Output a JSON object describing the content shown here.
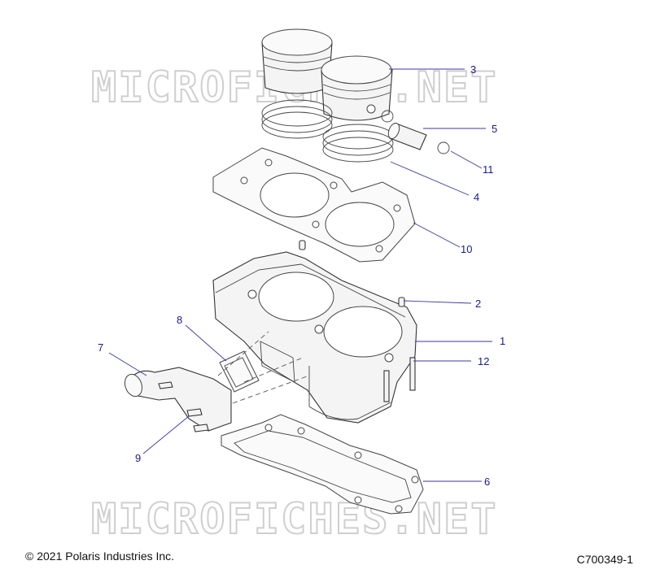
{
  "watermark": "MICROFICHES.NET",
  "callouts": [
    {
      "id": "1",
      "label": "1"
    },
    {
      "id": "2",
      "label": "2"
    },
    {
      "id": "3",
      "label": "3"
    },
    {
      "id": "4",
      "label": "4"
    },
    {
      "id": "5",
      "label": "5"
    },
    {
      "id": "6",
      "label": "6"
    },
    {
      "id": "7",
      "label": "7"
    },
    {
      "id": "8",
      "label": "8"
    },
    {
      "id": "9",
      "label": "9"
    },
    {
      "id": "10",
      "label": "10"
    },
    {
      "id": "11",
      "label": "11"
    },
    {
      "id": "12",
      "label": "12"
    }
  ],
  "footer": {
    "copyright": "© 2021 Polaris Industries Inc.",
    "diagram_code": "C700349-1"
  },
  "colors": {
    "callout_text": "#1a1a8c",
    "leader": "#3a3aa0",
    "line_art": "#333333",
    "watermark": "#cfcfcf"
  }
}
